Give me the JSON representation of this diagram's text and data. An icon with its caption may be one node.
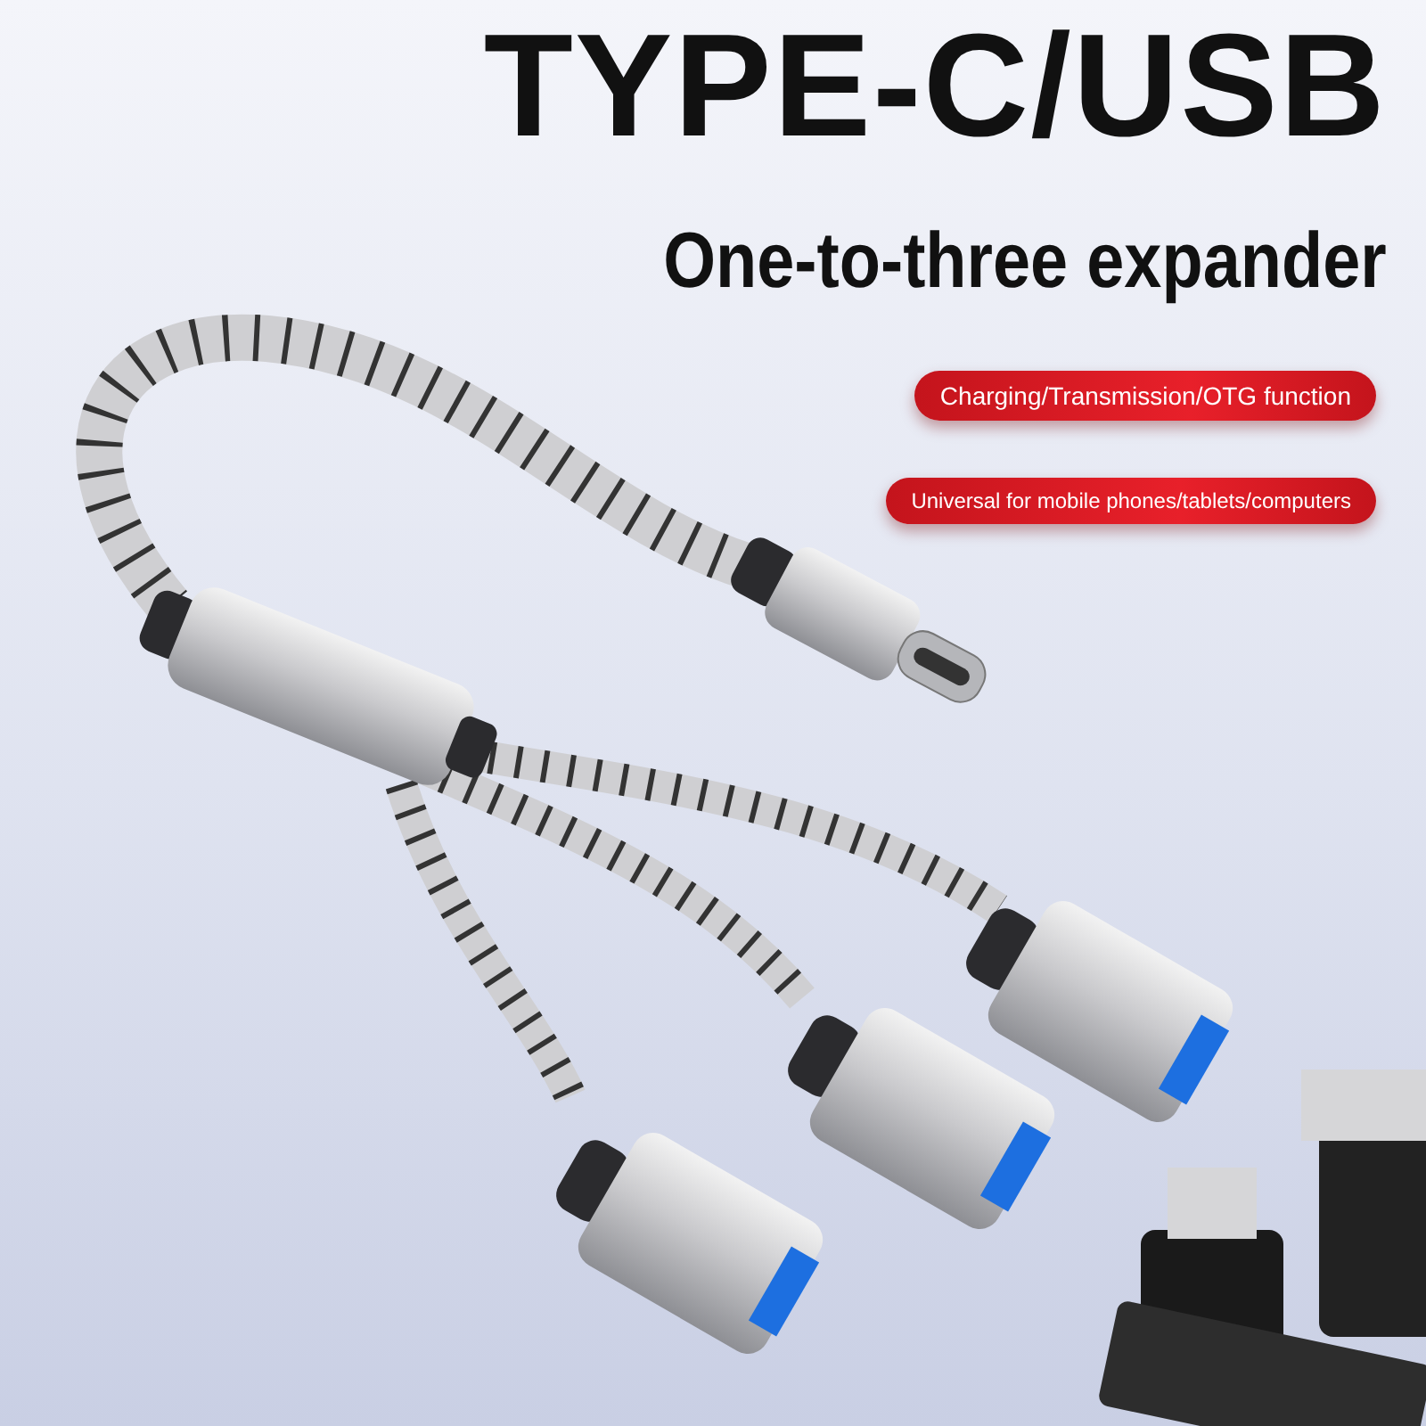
{
  "diagram": {
    "title": "TYPE-C/USB",
    "labels": [
      "One-to-three expander",
      "Charging/Transmission/OTG function",
      "Universal for mobile phones/tablets/computers"
    ]
  }
}
